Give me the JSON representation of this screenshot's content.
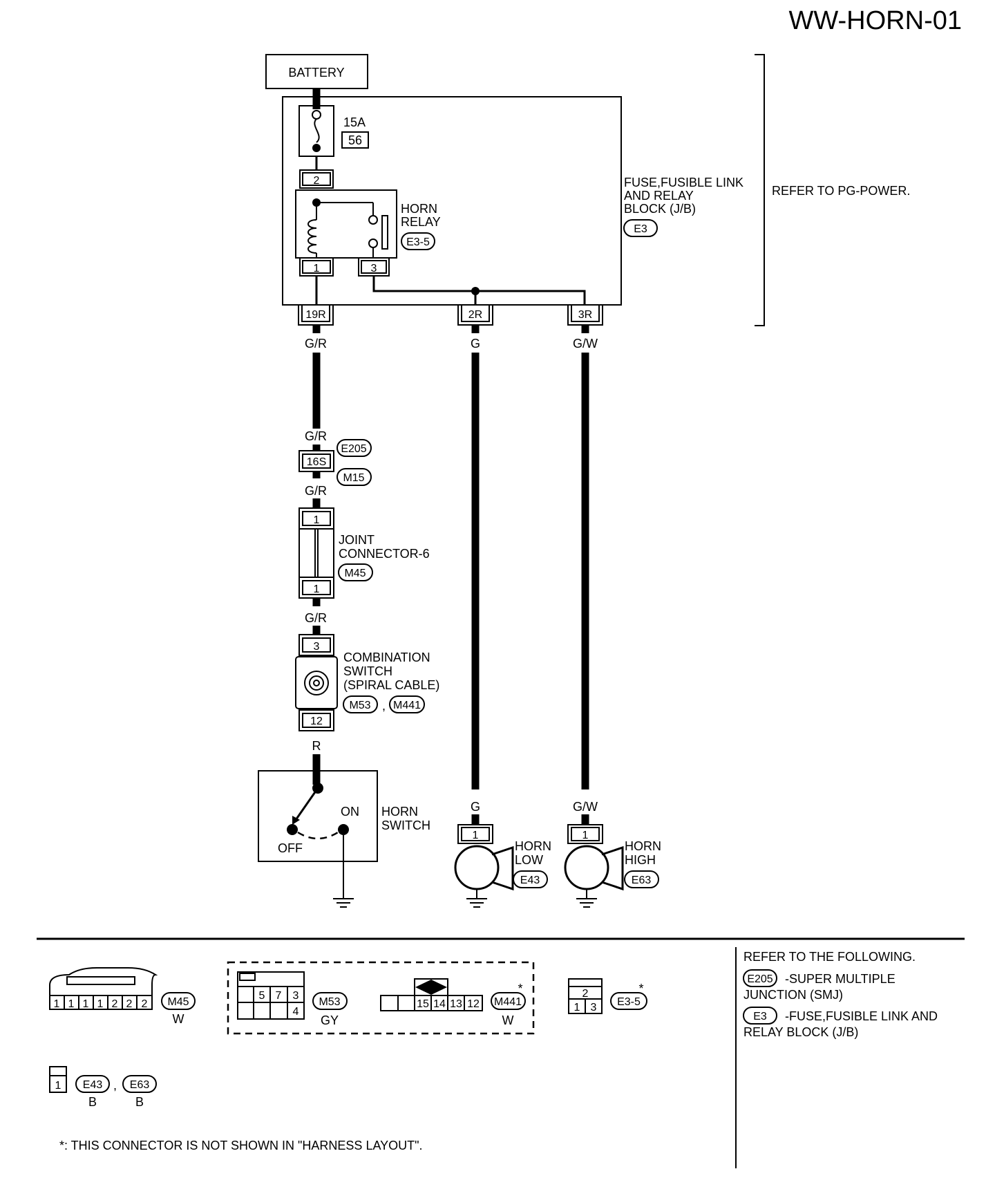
{
  "diagram_id": "WW-HORN-01",
  "battery": "BATTERY",
  "fuse": {
    "rating": "15A",
    "number": "56"
  },
  "jb": {
    "line1": "FUSE,FUSIBLE LINK",
    "line2": "AND RELAY",
    "line3": "BLOCK (J/B)",
    "connector": "E3"
  },
  "jb_note": "REFER TO PG-POWER.",
  "relay": {
    "line1": "HORN",
    "line2": "RELAY",
    "connector": "E3-5",
    "pin_top": "2",
    "pin_coil": "1",
    "pin_switch": "3"
  },
  "terminals": {
    "t19": "19R",
    "t2": "2R",
    "t3": "3R"
  },
  "wires": {
    "gr": "G/R",
    "g": "G",
    "gw": "G/W",
    "r": "R"
  },
  "smj": {
    "pin": "16S",
    "conn_e": "E205",
    "conn_m": "M15"
  },
  "joint": {
    "line1": "JOINT",
    "line2": "CONNECTOR-6",
    "connector": "M45",
    "pin_top": "1",
    "pin_bottom": "1"
  },
  "combo": {
    "line1": "COMBINATION",
    "line2": "SWITCH",
    "line3": "(SPIRAL CABLE)",
    "conn1": "M53",
    "sep": ",",
    "conn2": "M441",
    "pin_top": "3",
    "pin_bottom": "12"
  },
  "horn_switch": {
    "line1": "HORN",
    "line2": "SWITCH",
    "on": "ON",
    "off": "OFF"
  },
  "horn_low": {
    "line1": "HORN",
    "line2": "LOW",
    "connector": "E43",
    "pin": "1"
  },
  "horn_high": {
    "line1": "HORN",
    "line2": "HIGH",
    "connector": "E63",
    "pin": "1"
  },
  "legend": {
    "m45": {
      "pins": [
        "1",
        "1",
        "1",
        "1",
        "2",
        "2",
        "2"
      ],
      "name": "M45",
      "color": "W"
    },
    "m53": {
      "pins_top": [
        "5",
        "7",
        "3"
      ],
      "pin_bottom": "4",
      "name": "M53",
      "color": "GY"
    },
    "m441": {
      "pins": [
        "15",
        "14",
        "13",
        "12"
      ],
      "name": "M441",
      "color": "W",
      "star": "*"
    },
    "e35": {
      "pin_top": "2",
      "pins_bottom": [
        "1",
        "3"
      ],
      "name": "E3-5",
      "star": "*"
    },
    "horn": {
      "pin": "1",
      "name1": "E43",
      "sep": ",",
      "name2": "E63",
      "color1": "B",
      "color2": "B"
    }
  },
  "refer": {
    "title": "REFER TO THE FOLLOWING.",
    "item1_conn": "E205",
    "item1_l1": "-SUPER MULTIPLE",
    "item1_l2": "JUNCTION (SMJ)",
    "item2_conn": "E3",
    "item2_l1": "-FUSE,FUSIBLE LINK AND",
    "item2_l2": "RELAY BLOCK (J/B)"
  },
  "footnote": "*: THIS CONNECTOR IS NOT SHOWN IN \"HARNESS LAYOUT\"."
}
